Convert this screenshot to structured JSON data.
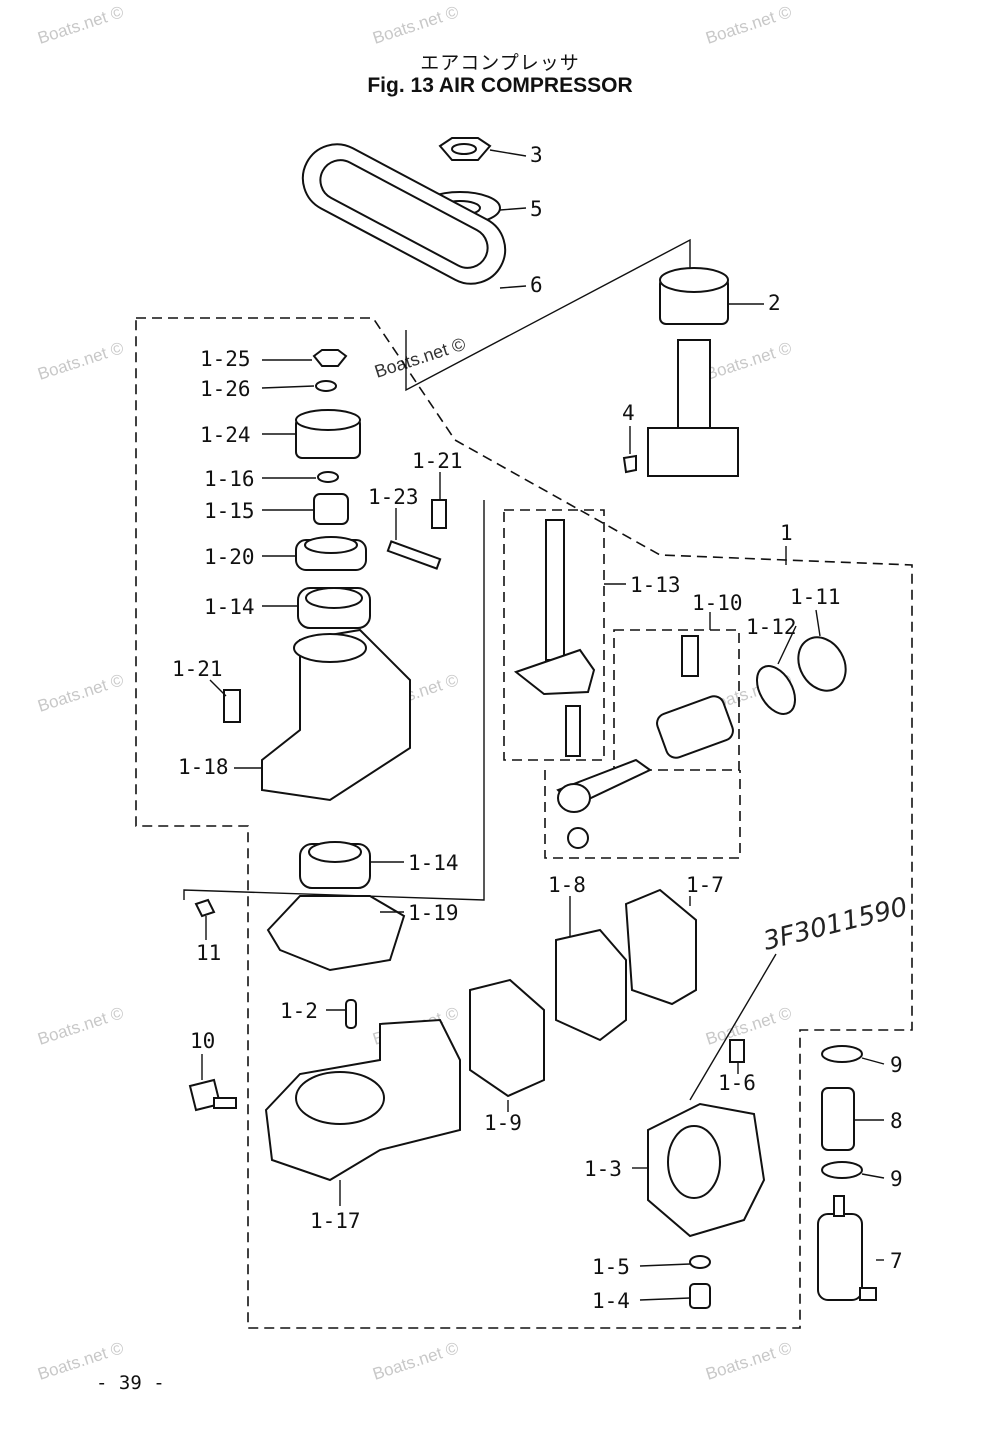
{
  "title_jp": "エアコンプレッサ",
  "title_en": "Fig. 13   AIR COMPRESSOR",
  "page_number": "- 39 -",
  "watermark": "Boats.net ©",
  "handwritten_note": "3F3011590",
  "labels": {
    "p3": "3",
    "p5": "5",
    "p6": "6",
    "p2": "2",
    "p4": "4",
    "p1": "1",
    "p1_25": "1-25",
    "p1_26": "1-26",
    "p1_24": "1-24",
    "p1_16": "1-16",
    "p1_15": "1-15",
    "p1_20": "1-20",
    "p1_14a": "1-14",
    "p1_21a": "1-21",
    "p1_23": "1-23",
    "p1_21b": "1-21",
    "p1_18": "1-18",
    "p1_13": "1-13",
    "p1_10": "1-10",
    "p1_12": "1-12",
    "p1_11": "1-11",
    "p1_14b": "1-14",
    "p1_19": "1-19",
    "p11": "11",
    "p1_8": "1-8",
    "p1_7": "1-7",
    "p1_2": "1-2",
    "p10": "10",
    "p1_9": "1-9",
    "p1_6": "1-6",
    "p1_3": "1-3",
    "p1_17": "1-17",
    "p1_5": "1-5",
    "p1_4": "1-4",
    "p9a": "9",
    "p8": "8",
    "p9b": "9",
    "p7": "7"
  }
}
